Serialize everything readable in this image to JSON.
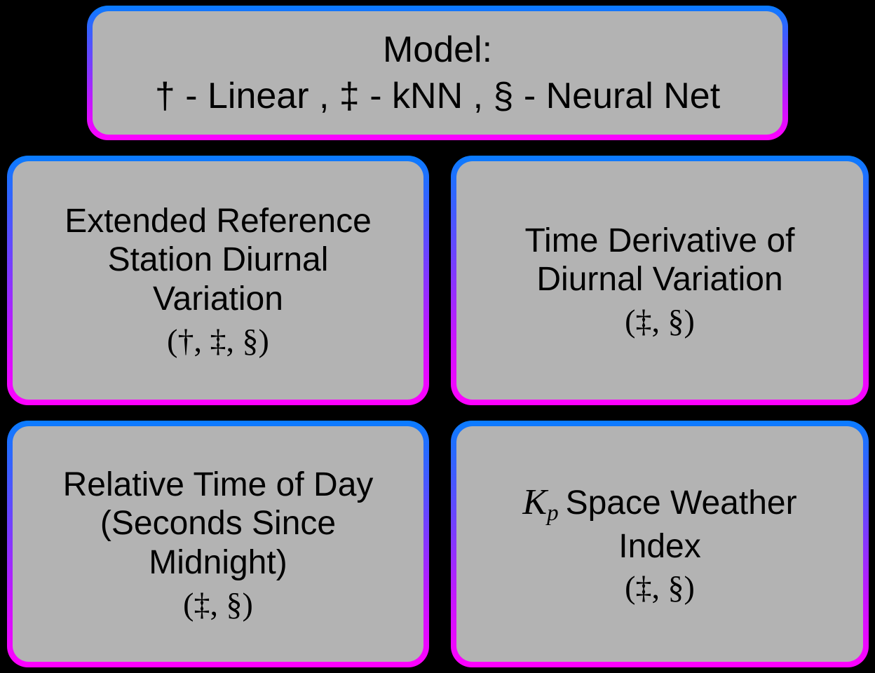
{
  "diagram": {
    "background_color": "#000000",
    "node_fill_color": "#B3B3B3",
    "border_gradient_start": "#0A7CFF",
    "border_gradient_end": "#FF00FF",
    "text_color": "#000000"
  },
  "legend": {
    "title": "Model:",
    "entries": "† - Linear , ‡ - kNN , § - Neural Net",
    "items": [
      {
        "symbol": "†",
        "label": "Linear"
      },
      {
        "symbol": "‡",
        "label": "kNN"
      },
      {
        "symbol": "§",
        "label": "Neural Net"
      }
    ]
  },
  "features": [
    {
      "id": "extended-reference-station-diurnal-variation",
      "lines": [
        "Extended Reference",
        "Station Diurnal",
        "Variation"
      ],
      "tags": "(†, ‡, §)"
    },
    {
      "id": "time-derivative-of-diurnal-variation",
      "lines": [
        "Time Derivative of",
        "Diurnal Variation"
      ],
      "tags": "(‡, §)"
    },
    {
      "id": "relative-time-of-day",
      "lines": [
        "Relative Time of Day",
        "(Seconds Since",
        "Midnight)"
      ],
      "tags": "(‡, §)"
    },
    {
      "id": "kp-space-weather-index",
      "math_variable": "K",
      "math_subscript": "p",
      "lines": [
        "Space Weather",
        "Index"
      ],
      "tags": "(‡, §)"
    }
  ]
}
